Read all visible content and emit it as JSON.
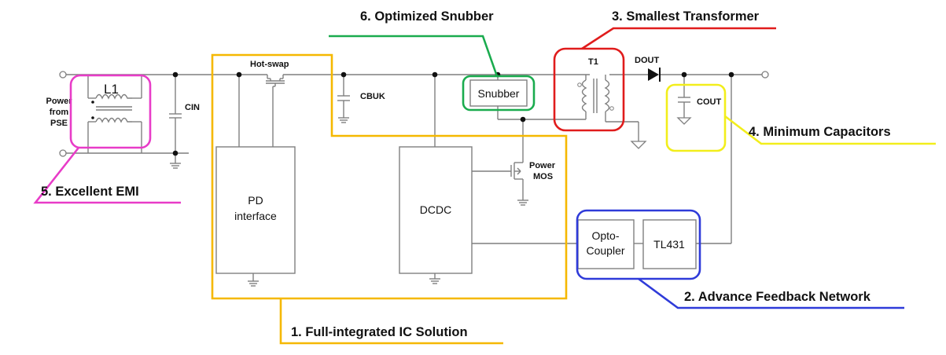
{
  "components": {
    "l1": "L1",
    "power_line1": "Power",
    "power_line2": "from",
    "power_line3": "PSE",
    "cin": "CIN",
    "hotswap": "Hot-swap",
    "cbuk": "CBUK",
    "snubber": "Snubber",
    "t1": "T1",
    "dout": "DOUT",
    "cout": "COUT",
    "pd_line1": "PD",
    "pd_line2": "interface",
    "dcdc": "DCDC",
    "powermos_line1": "Power",
    "powermos_line2": "MOS",
    "opto_line1": "Opto-",
    "opto_line2": "Coupler",
    "tl431": "TL431"
  },
  "callouts": {
    "c1": "1. Full-integrated IC Solution",
    "c2": "2. Advance Feedback Network",
    "c3": "3. Smallest Transformer",
    "c4": "4. Minimum Capacitors",
    "c5": "5.  Excellent EMI",
    "c6": "6. Optimized Snubber"
  },
  "colors": {
    "ic_solution": "#f5b800",
    "feedback": "#2f3bd9",
    "transformer": "#e01c1c",
    "capacitors": "#f2ee1b",
    "emi": "#e83cc8",
    "snubber": "#1aab4e",
    "wire": "#7f7f7f"
  }
}
